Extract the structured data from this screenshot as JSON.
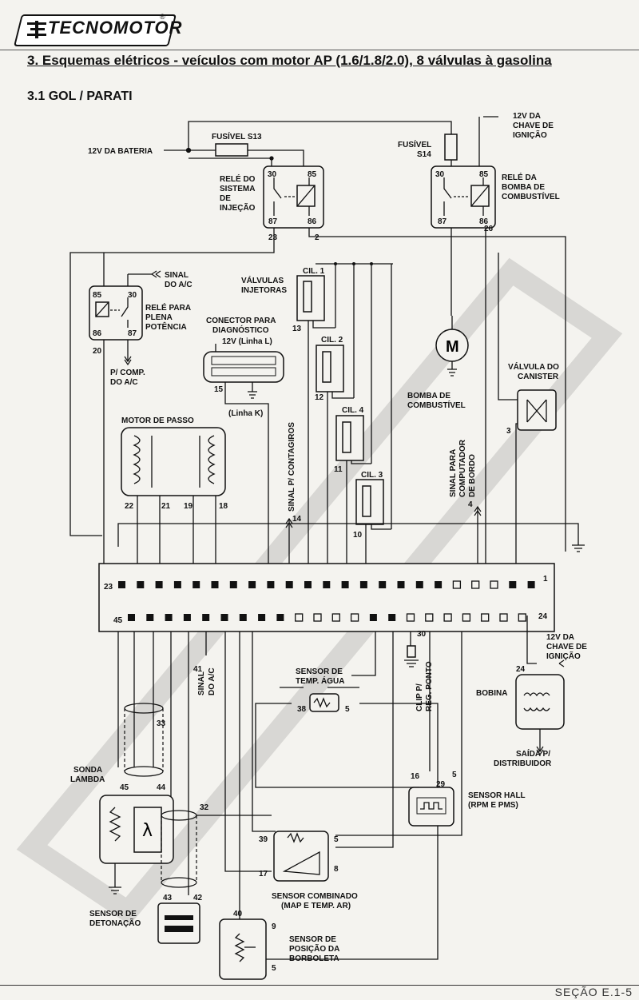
{
  "brand": "TECNOMOTOR",
  "section_title": "3. Esquemas elétricos - veículos com motor AP (1.6/1.8/2.0), 8 válvulas à gasolina",
  "sub_title": "3.1 GOL / PARATI",
  "labels": {
    "battery": "12V DA BATERIA",
    "fuse_s13": "FUSÍVEL S13",
    "fuse_s14_a": "FUSÍVEL",
    "fuse_s14_b": "S14",
    "ign_a": "12V DA",
    "ign_b": "CHAVE DE",
    "ign_c": "IGNIÇÃO",
    "relay_inj": [
      "RELÉ DO",
      "SISTEMA",
      "DE",
      "INJEÇÃO"
    ],
    "relay_pump": [
      "RELÉ DA",
      "BOMBA DE",
      "COMBUSTÍVEL"
    ],
    "relay_ac": [
      "RELÉ PARA",
      "PLENA",
      "POTÊNCIA"
    ],
    "sinal_ac": [
      "SINAL",
      "DO A/C"
    ],
    "comp_ac": [
      "P/ COMP.",
      "DO A/C"
    ],
    "injectors": [
      "VÁLVULAS",
      "INJETORAS"
    ],
    "cil1": "CIL. 1",
    "cil2": "CIL. 2",
    "cil3": "CIL. 3",
    "cil4": "CIL. 4",
    "diag": [
      "CONECTOR PARA",
      "DIAGNÓSTICO"
    ],
    "diag_12v": "12V (Linha L)",
    "linha_k": "(Linha K)",
    "stepper": "MOTOR DE PASSO",
    "contagiros": "SINAL P/ CONTAGIROS",
    "pump": [
      "BOMBA DE",
      "COMBUSTÍVEL"
    ],
    "computador": [
      "SINAL PARA",
      "COMPUTADOR",
      "DE BORDO"
    ],
    "canister": [
      "VÁLVULA DO",
      "CANISTER"
    ],
    "sinal_ac2": [
      "SINAL",
      "DO A/C"
    ],
    "temp_agua": [
      "SENSOR DE",
      "TEMP. ÁGUA"
    ],
    "clip": [
      "CLIP P/",
      "REG. PONTO"
    ],
    "bobina": "BOBINA",
    "ign2": [
      "12V DA",
      "CHAVE DE",
      "IGNIÇÃO"
    ],
    "saida": [
      "SAÍDA P/",
      "DISTRIBUIDOR"
    ],
    "lambda": [
      "SONDA",
      "LAMBDA"
    ],
    "hall": [
      "SENSOR HALL",
      "(RPM E PMS)"
    ],
    "combinado": [
      "SENSOR COMBINADO",
      "(MAP E TEMP. AR)"
    ],
    "detonacao": [
      "SENSOR DE",
      "DETONAÇÃO"
    ],
    "borboleta": [
      "SENSOR DE",
      "POSIÇÃO DA",
      "BORBOLETA"
    ]
  },
  "pins": {
    "r30a": "30",
    "r85a": "85",
    "r87a": "87",
    "r86a": "86",
    "r30b": "30",
    "r85b": "85",
    "r87b": "87",
    "r86b": "86",
    "r85c": "85",
    "r30c": "30",
    "r86c": "86",
    "r87c": "87",
    "p23a": "23",
    "p2": "2",
    "p26": "26",
    "p20": "20",
    "p13": "13",
    "p12": "12",
    "p11": "11",
    "p10": "10",
    "p15": "15",
    "p22": "22",
    "p21": "21",
    "p19": "19",
    "p18": "18",
    "p14": "14",
    "p4": "4",
    "p3": "3",
    "p23": "23",
    "p1": "1",
    "p45": "45",
    "p24": "24",
    "p41": "41",
    "p30": "30",
    "p38": "38",
    "p5a": "5",
    "p24b": "24",
    "p33": "33",
    "p45b": "45",
    "p44": "44",
    "p16": "16",
    "p29": "29",
    "p5b": "5",
    "p32": "32",
    "p39": "39",
    "p5c": "5",
    "p17": "17",
    "p8": "8",
    "p43": "43",
    "p42": "42",
    "p40": "40",
    "p9": "9",
    "p5d": "5",
    "lambda_sym": "λ",
    "motor_sym": "M"
  },
  "footer": "SEÇÃO E.1-5"
}
